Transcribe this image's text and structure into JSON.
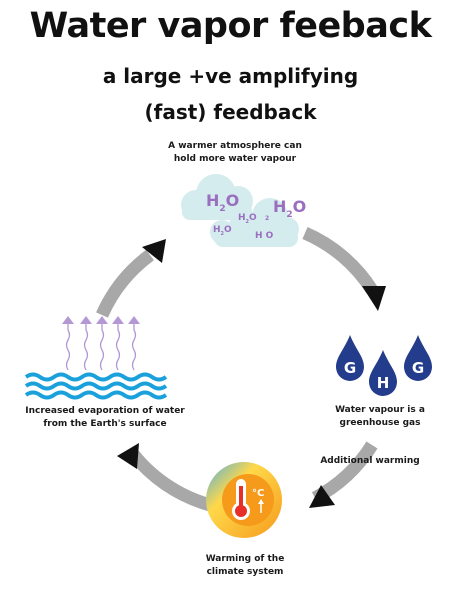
{
  "title": "Water vapor feeback",
  "subtitle_line1": "a large +ve amplifying",
  "subtitle_line2": "(fast) feedback",
  "captions": {
    "top_line1": "A warmer atmosphere can",
    "top_line2": "hold more water vapour",
    "right_line1": "Water vapour is a",
    "right_line2": "greenhouse gas",
    "additional": "Additional warming",
    "bottom_line1": "Warming of the",
    "bottom_line2": "climate system",
    "left_line1": "Increased evaporation of water",
    "left_line2": "from the Earth's surface"
  },
  "molecules": {
    "big1": "H",
    "big1_sub": "2",
    "big1_o": "O",
    "big2": "H",
    "big2_sub": "2",
    "big2_o": "O",
    "small1": "H",
    "small1_sub": "2",
    "small1_o": "O",
    "small2": "H",
    "small2_sub": "2",
    "small2_o": "O",
    "small3_sub": "2",
    "small4": "H O"
  },
  "drops": [
    "G",
    "H",
    "G"
  ],
  "thermometer_unit": "°C",
  "colors": {
    "arrow_gray": "#a8a8a8",
    "arrow_head": "#111111",
    "cloud": "#d4ecee",
    "molecule": "#9a6fbf",
    "drop": "#233d8c",
    "wave": "#1aa1dc",
    "vapor_line": "#b398d4",
    "sun_orange": "#f59a1b",
    "sun_yellow": "#ffd84a",
    "sun_blue": "#4db0e0",
    "therm_red": "#e63027"
  }
}
